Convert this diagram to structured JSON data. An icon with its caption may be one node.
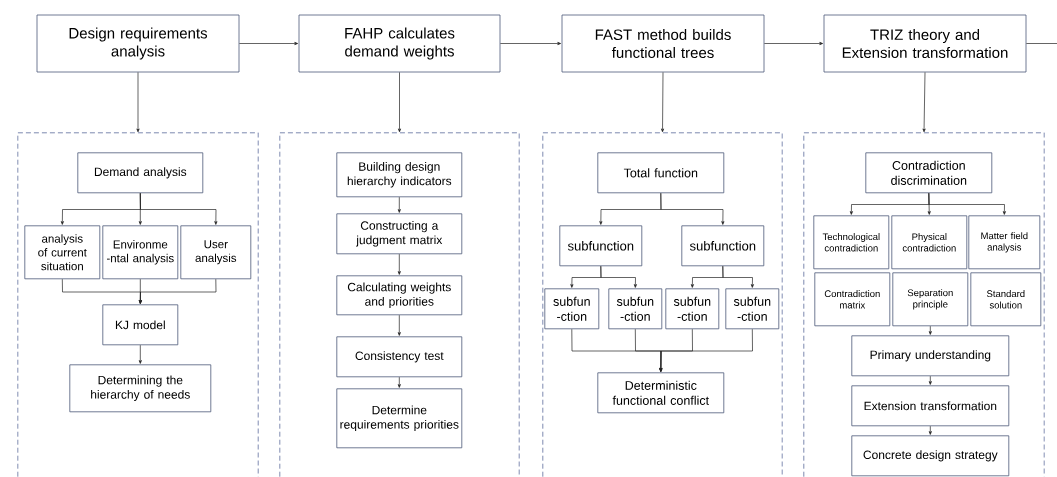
{
  "diagram": {
    "nodes": [
      {
        "text": [
          "Design requirements analysis"
        ]
      },
      {
        "text": [
          "FAHP calculates demand weights"
        ]
      },
      {
        "text": [
          "FAST method builds functional trees"
        ]
      },
      {
        "text": [
          "TRIZ theory and Extension transformation"
        ]
      },
      {
        "text": [],
        "shape": "box"
      },
      {
        "text": [
          "Demand analysis"
        ],
        "in": 4
      },
      {
        "text": [
          "analysis of current situation"
        ],
        "in": 4
      },
      {
        "text": [
          "Environme -ntal analysis"
        ],
        "in": 4
      },
      {
        "text": [
          "User analysis"
        ],
        "in": 4
      },
      {
        "text": [
          "KJ model"
        ],
        "in": 4
      },
      {
        "text": [
          "Determining the hierarchy of needs"
        ],
        "in": 4
      },
      {
        "text": [],
        "shape": "box"
      },
      {
        "text": [
          "Building design hierarchy indicators"
        ],
        "in": 11
      },
      {
        "text": [
          "Constructing a judgment matrix"
        ],
        "in": 11
      },
      {
        "text": [
          "Calculating weights and priorities"
        ],
        "in": 11
      },
      {
        "text": [
          "Consistency test"
        ],
        "in": 11
      },
      {
        "text": [
          "Determine requirements priorities"
        ],
        "in": 11
      },
      {
        "text": [],
        "shape": "box"
      },
      {
        "text": [
          "Total function"
        ],
        "in": 17
      },
      {
        "text": [
          "subfunction"
        ],
        "in": 17
      },
      {
        "text": [
          "subfunction"
        ],
        "in": 17
      },
      {
        "text": [
          "subfun -ction"
        ],
        "in": 17
      },
      {
        "text": [
          "subfun -ction"
        ],
        "in": 17
      },
      {
        "text": [
          "subfun -ction"
        ],
        "in": 17
      },
      {
        "text": [
          "subfun -ction"
        ],
        "in": 17
      },
      {
        "text": [
          "Deterministic functional conflict"
        ],
        "in": 17
      },
      {
        "text": [],
        "shape": "box"
      },
      {
        "text": [
          "Contradiction discrimination"
        ],
        "in": 26
      },
      {
        "text": [
          "Technological contradiction"
        ],
        "in": 26
      },
      {
        "text": [
          "Physical contradiction"
        ],
        "in": 26
      },
      {
        "text": [
          "Matter field analysis"
        ],
        "in": 26
      },
      {
        "text": [
          "Contradiction matrix"
        ],
        "in": 26
      },
      {
        "text": [
          "Separation principle"
        ],
        "in": 26
      },
      {
        "text": [
          "Standard solution"
        ],
        "in": 26
      },
      {
        "text": [
          "Primary understanding"
        ],
        "in": 26
      },
      {
        "text": [
          "Extension transformation"
        ],
        "in": 26
      },
      {
        "text": [
          "Concrete design strategy"
        ],
        "in": 26
      }
    ],
    "edges": [
      {
        "from": 0,
        "to": 1,
        "arrow": "to"
      },
      {
        "from": 1,
        "to": 2,
        "arrow": "to"
      },
      {
        "from": 2,
        "to": 3,
        "arrow": "to"
      },
      {
        "from": 3,
        "to": null,
        "arrow": "none"
      },
      {
        "from": 0,
        "to": 4,
        "arrow": "to"
      },
      {
        "from": 1,
        "to": 11,
        "arrow": "to"
      },
      {
        "from": 2,
        "to": 17,
        "arrow": "to"
      },
      {
        "from": 3,
        "to": 26,
        "arrow": "to"
      },
      {
        "from": 5,
        "to": 6,
        "arrow": "to"
      },
      {
        "from": 5,
        "to": 7,
        "arrow": "to"
      },
      {
        "from": 5,
        "to": 8,
        "arrow": "to"
      },
      {
        "from": 6,
        "to": 9,
        "arrow": "to"
      },
      {
        "from": 7,
        "to": 9,
        "arrow": "to"
      },
      {
        "from": 8,
        "to": 9,
        "arrow": "to"
      },
      {
        "from": 9,
        "to": 10,
        "arrow": "to"
      },
      {
        "from": 12,
        "to": 13,
        "arrow": "to"
      },
      {
        "from": 13,
        "to": 14,
        "arrow": "to"
      },
      {
        "from": 14,
        "to": 15,
        "arrow": "to"
      },
      {
        "from": 15,
        "to": 16,
        "arrow": "to"
      },
      {
        "from": 18,
        "to": 19,
        "arrow": "to"
      },
      {
        "from": 18,
        "to": 20,
        "arrow": "to"
      },
      {
        "from": 19,
        "to": 21,
        "arrow": "to"
      },
      {
        "from": 19,
        "to": 22,
        "arrow": "to"
      },
      {
        "from": 20,
        "to": 23,
        "arrow": "to"
      },
      {
        "from": 20,
        "to": 24,
        "arrow": "to"
      },
      {
        "from": 21,
        "to": 25,
        "arrow": "to"
      },
      {
        "from": 22,
        "to": 25,
        "arrow": "to"
      },
      {
        "from": 23,
        "to": 25,
        "arrow": "to"
      },
      {
        "from": 24,
        "to": 25,
        "arrow": "to"
      },
      {
        "from": 27,
        "to": 28,
        "arrow": "to"
      },
      {
        "from": 27,
        "to": 29,
        "arrow": "to"
      },
      {
        "from": 27,
        "to": 30,
        "arrow": "to"
      },
      {
        "from": 32,
        "to": 34,
        "arrow": "to"
      },
      {
        "from": 34,
        "to": 35,
        "arrow": "to"
      },
      {
        "from": 35,
        "to": 36,
        "arrow": "to"
      }
    ]
  }
}
